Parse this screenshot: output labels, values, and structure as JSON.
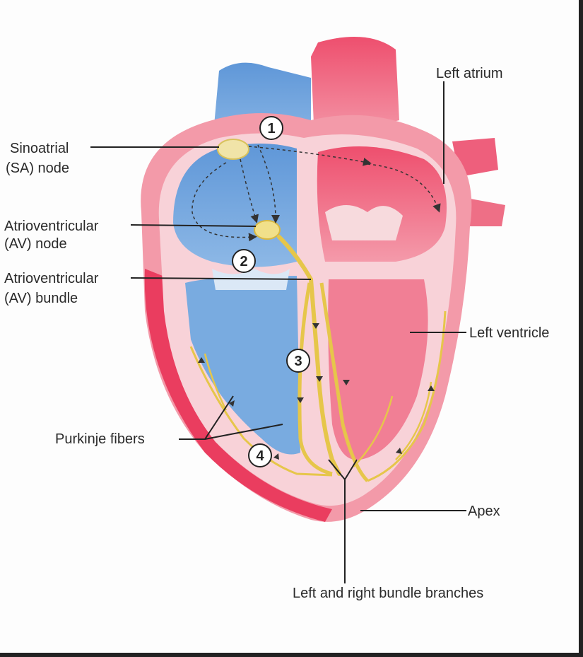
{
  "labels": {
    "sinoatrial_line1": "Sinoatrial",
    "sinoatrial_line2": "(SA) node",
    "av_node_line1": "Atrioventricular",
    "av_node_line2": "(AV) node",
    "av_bundle_line1": "Atrioventricular",
    "av_bundle_line2": "(AV) bundle",
    "purkinje": "Purkinje fibers",
    "left_atrium": "Left atrium",
    "left_ventricle": "Left ventricle",
    "apex": "Apex",
    "bundle_branches": "Left and right bundle branches"
  },
  "steps": [
    "1",
    "2",
    "3",
    "4"
  ],
  "colors": {
    "deoxygenated": "#6fa3de",
    "oxygenated": "#ef6f86",
    "wall": "#f7c9cf",
    "conduction": "#e6c64a"
  }
}
